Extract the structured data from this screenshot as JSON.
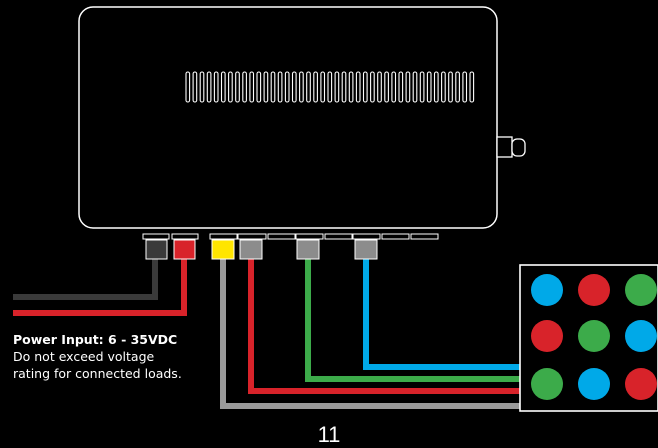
{
  "caption": {
    "title": "Power Input: 6 - 35VDC",
    "line1": "Do not exceed voltage",
    "line2": "rating for connected loads."
  },
  "page_number": "11",
  "colors": {
    "background": "#000000",
    "outline": "#ffffff",
    "ground": "#3a3a3a",
    "power": "#d8232a",
    "yellow": "#ffe500",
    "gray": "#9a9a9a",
    "red": "#d8232a",
    "green": "#3cab4a",
    "blue": "#00a9e8"
  },
  "led_grid": [
    [
      "blue",
      "red",
      "green"
    ],
    [
      "red",
      "green",
      "blue"
    ],
    [
      "green",
      "blue",
      "red"
    ]
  ]
}
